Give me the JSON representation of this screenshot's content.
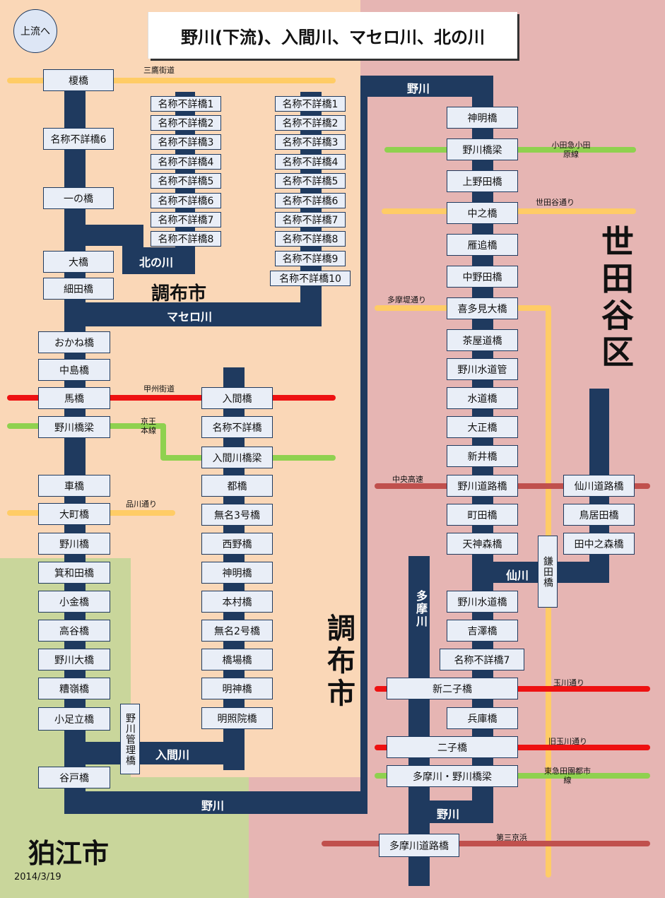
{
  "title": "野川(下流)、入間川、マセロ川、北の川",
  "upstream_button": "上流へ",
  "date": "2014/3/19",
  "areas": {
    "chofu_top": "調布市",
    "chofu_vertical": "調布市",
    "setagaya": "世田谷区",
    "komae": "狛江市"
  },
  "rivers": {
    "kitanokawa": "北の川",
    "maserokawa": "マセロ川",
    "irumagawa": "入間川",
    "nogawa_top": "野川",
    "nogawa_bottom": "野川",
    "nogawa_tama": "野川",
    "tamagawa": "多摩川",
    "senkawa": "仙川"
  },
  "roads": {
    "mitaka": "三鷹街道",
    "koshu": "甲州街道",
    "keio": "京王本線",
    "shinagawa": "品川通り",
    "odakyu": "小田急小田原線",
    "setagaya": "世田谷通り",
    "tamazutsumi": "多摩堤通り",
    "chuo": "中央高速",
    "tamagawa": "玉川通り",
    "kyutamagawa": "旧玉川通り",
    "tokyu": "東急田園都市線",
    "daisan": "第三京浜"
  },
  "bridges": {
    "left": [
      "榎橋",
      "名称不詳橋6",
      "一の橋",
      "大橋",
      "細田橋",
      "おかね橋",
      "中島橋",
      "馬橋",
      "野川橋梁",
      "車橋",
      "大町橋",
      "野川橋",
      "箕和田橋",
      "小金橋",
      "高谷橋",
      "野川大橋",
      "糟嶺橋",
      "小足立橋",
      "谷戸橋"
    ],
    "kita": [
      "名称不詳橋1",
      "名称不詳橋2",
      "名称不詳橋3",
      "名称不詳橋4",
      "名称不詳橋5",
      "名称不詳橋6",
      "名称不詳橋7",
      "名称不詳橋8"
    ],
    "masero": [
      "名称不詳橋1",
      "名称不詳橋2",
      "名称不詳橋3",
      "名称不詳橋4",
      "名称不詳橋5",
      "名称不詳橋6",
      "名称不詳橋7",
      "名称不詳橋8",
      "名称不詳橋9",
      "名称不詳橋10"
    ],
    "iruma": [
      "入間橋",
      "名称不詳橋",
      "入間川橋梁",
      "都橋",
      "無名3号橋",
      "西野橋",
      "神明橋",
      "本村橋",
      "無名2号橋",
      "橋場橋",
      "明神橋",
      "明照院橋"
    ],
    "nogawa_kanri": "野川管理橋",
    "right": [
      "神明橋",
      "野川橋梁",
      "上野田橋",
      "中之橋",
      "雁追橋",
      "中野田橋",
      "喜多見大橋",
      "茶屋道橋",
      "野川水道管",
      "水道橋",
      "大正橋",
      "新井橋",
      "野川道路橋",
      "町田橋",
      "天神森橋",
      "野川水道橋",
      "吉澤橋",
      "名称不詳橋7",
      "新二子橋",
      "兵庫橋",
      "二子橋",
      "多摩川・野川橋梁",
      "多摩川道路橋"
    ],
    "senkawa": [
      "仙川道路橋",
      "鳥居田橋",
      "田中之森橋"
    ],
    "kamata": "鎌田橋"
  },
  "colors": {
    "chofu_bg": "#fad7b7",
    "setagaya_bg": "#e6b5b3",
    "komae_bg": "#c9d69b",
    "river": "#1f3a5f",
    "road_yellow": "#ffcc66",
    "road_red": "#ee1111",
    "road_green": "#8fd14f",
    "road_brown": "#c0504d",
    "bridge_fill": "#e9eef7"
  }
}
